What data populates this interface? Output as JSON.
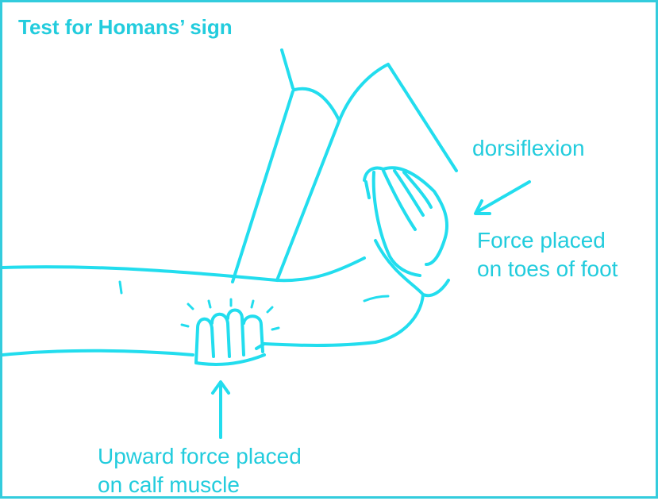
{
  "title": "Test for Homans’ sign",
  "labels": {
    "dorsiflexion": "dorsiflexion",
    "force_toes_line1": "Force placed",
    "force_toes_line2": "on toes of foot",
    "calf_line1": "Upward force placed",
    "calf_line2": "on calf muscle"
  },
  "colors": {
    "line": "#22ddee",
    "text": "#22ccdd",
    "border": "#33ccdd"
  }
}
